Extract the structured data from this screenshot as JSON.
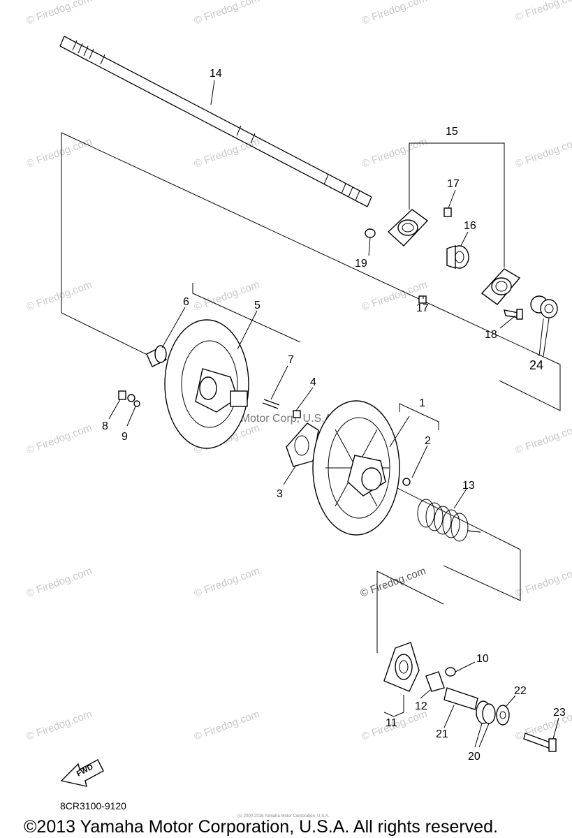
{
  "callouts": {
    "c1": "1",
    "c2": "2",
    "c3": "3",
    "c4": "4",
    "c5": "5",
    "c6": "6",
    "c7": "7",
    "c8": "8",
    "c9": "9",
    "c10": "10",
    "c11": "11",
    "c12": "12",
    "c13": "13",
    "c14": "14",
    "c15": "15",
    "c16": "16",
    "c17a": "17",
    "c17b": "17",
    "c18": "18",
    "c19": "19",
    "c20": "20",
    "c21": "21",
    "c22": "22",
    "c23": "23",
    "c24": "24"
  },
  "watermark": "© Firedog.com",
  "center_watermark": "© Firedog.com",
  "inline_copyright": "©Yamaha Motor Corp, U.S.A.",
  "fwd_label": "FWD",
  "diagram_code": "8CR3100-9120",
  "tiny_notice": "(c) 2000-2016 Yamaha Motor Corporation, U.S.A.",
  "footer": "©2013 Yamaha Motor Corporation, U.S.A. All rights reserved."
}
